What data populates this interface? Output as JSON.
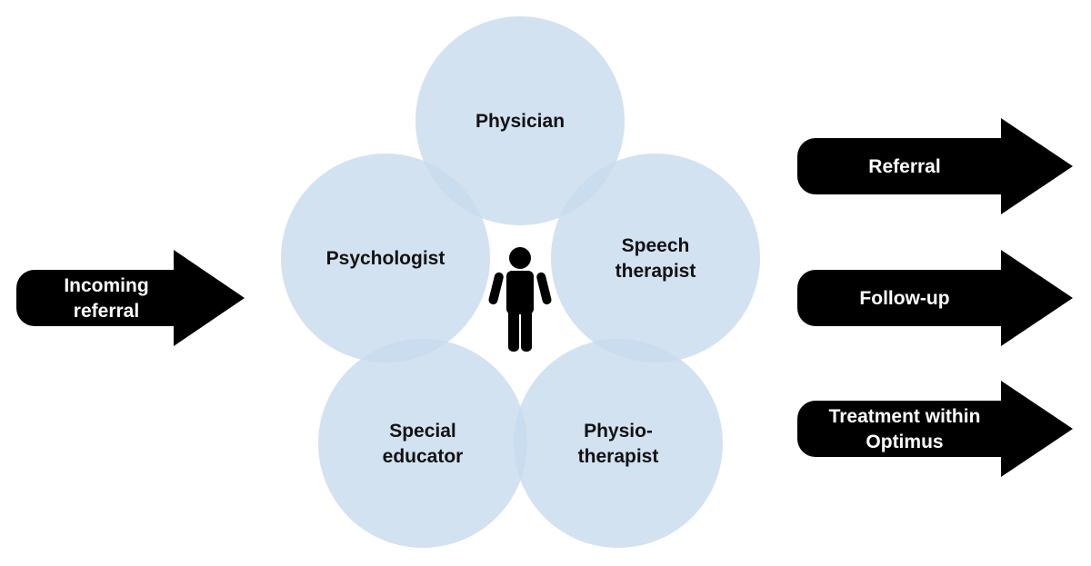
{
  "colors": {
    "circle_fill": "#c8dcee",
    "arrow_fill": "#000000",
    "arrow_text": "#ffffff",
    "label_text": "#111111",
    "person_fill": "#000000"
  },
  "center_icon": "person-icon",
  "circles": [
    {
      "id": "physician",
      "lines": [
        "Physician"
      ]
    },
    {
      "id": "psychologist",
      "lines": [
        "Psychologist"
      ]
    },
    {
      "id": "speech-therapist",
      "lines": [
        "Speech",
        "therapist"
      ]
    },
    {
      "id": "special-educator",
      "lines": [
        "Special",
        "educator"
      ]
    },
    {
      "id": "physiotherapist",
      "lines": [
        "Physio-",
        "therapist"
      ]
    }
  ],
  "incoming": {
    "id": "incoming-referral",
    "lines": [
      "Incoming",
      "referral"
    ]
  },
  "outcomes": [
    {
      "id": "referral",
      "lines": [
        "Referral"
      ]
    },
    {
      "id": "follow-up",
      "lines": [
        "Follow-up"
      ]
    },
    {
      "id": "treatment-within-optimus",
      "lines": [
        "Treatment within",
        "Optimus"
      ]
    }
  ]
}
